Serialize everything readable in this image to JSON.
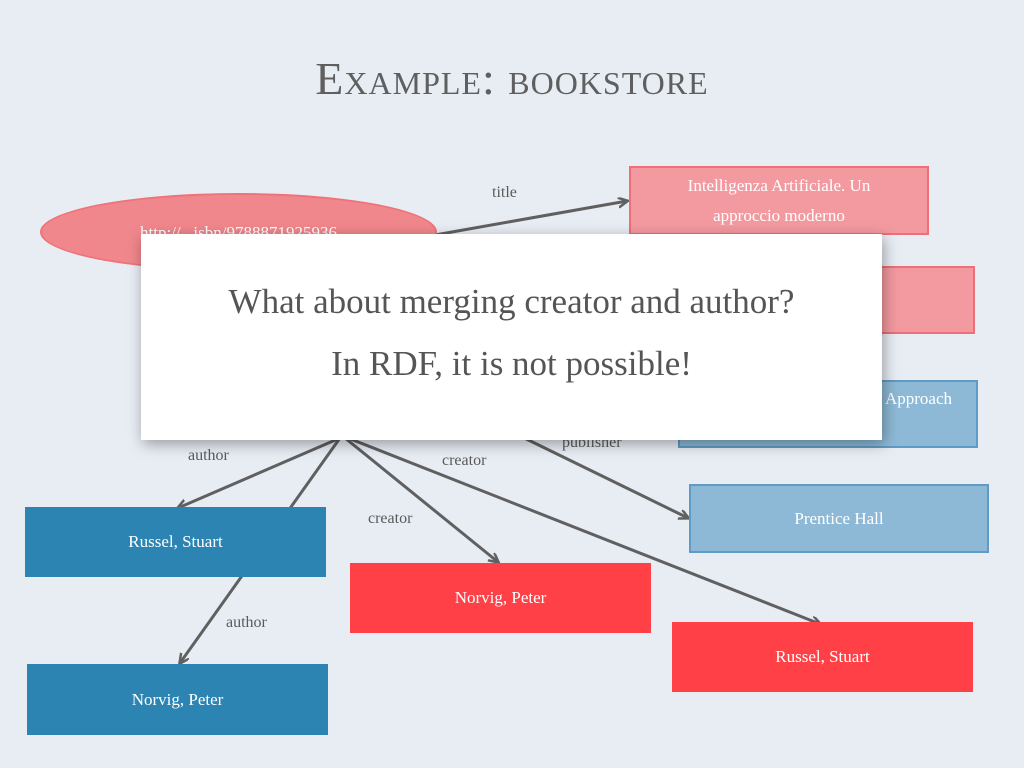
{
  "slide": {
    "title": "Example: bookstore"
  },
  "nodes": {
    "resource": "http://...isbn/9788871925936",
    "title_it": "Intelligenza Artificiale. Un approccio moderno",
    "title_en": "Artificial Intelligence: A Modern Approach",
    "publisher": "Prentice Hall",
    "author_russel": "Russel, Stuart",
    "author_norvig": "Norvig, Peter",
    "creator_norvig": "Norvig, Peter",
    "creator_russel": "Russel, Stuart"
  },
  "edges": {
    "title": "title",
    "author_1": "author",
    "author_2": "author",
    "creator_1": "creator",
    "creator_2": "creator",
    "publisher": "publisher"
  },
  "popup": {
    "line1": "What about merging creator and author?",
    "line2": "In RDF, it is not possible!"
  },
  "colors": {
    "background": "#e8edf4",
    "ellipse": "#f0878c",
    "pink_node": "#f39aa0",
    "light_blue_node": "#8db9d6",
    "blue_node": "#2b84b1",
    "red_node": "#ff4046"
  }
}
